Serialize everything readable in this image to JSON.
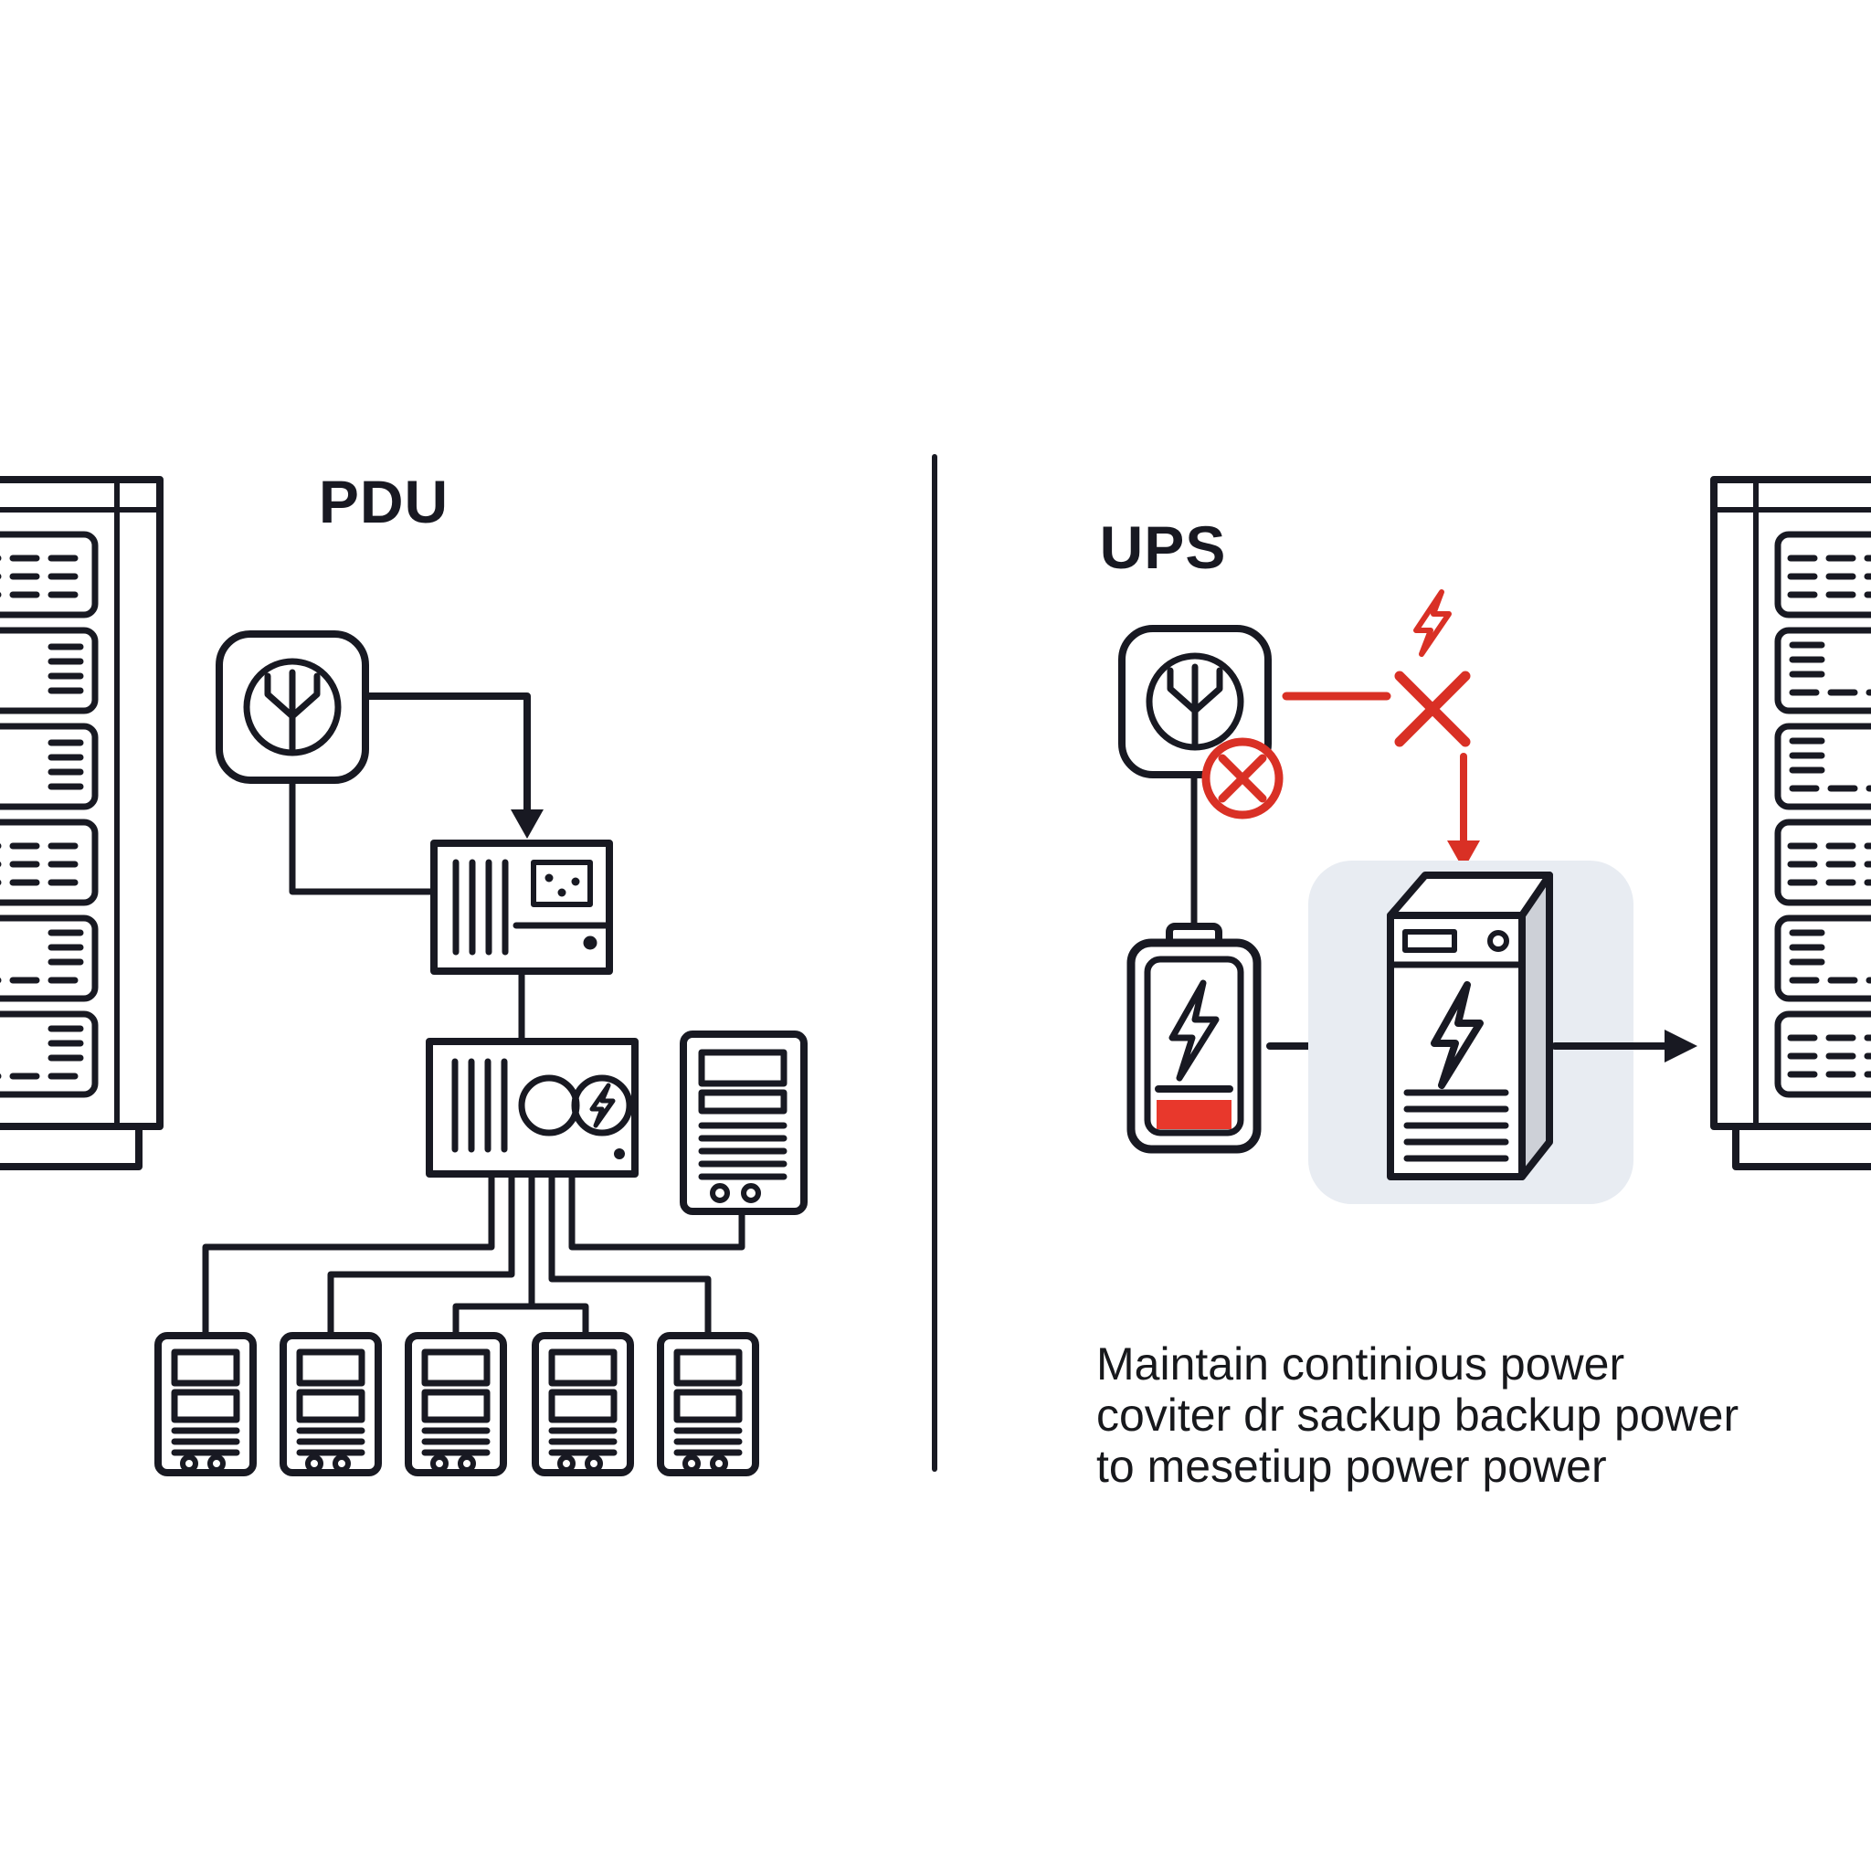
{
  "colors": {
    "ink": "#181922",
    "red": "#d93025",
    "red-fill": "#e8382c",
    "panel": "#e8ecf2",
    "side-face": "#cdd0d7"
  },
  "left_panel": {
    "title": "PDU",
    "icons": [
      "server-rack",
      "power-source-icon",
      "flow-arrow-icon",
      "pdu-main-unit",
      "power-outlet-icon",
      "pdu-distribution-strip",
      "power-indicator-icon",
      "lightning-port-icon",
      "tower-server",
      "rack-server"
    ]
  },
  "right_panel": {
    "title": "UPS",
    "caption_lines": [
      "Maintain continious power",
      "coviter dr sackup backup power",
      "to mesetiup power power"
    ],
    "icons": [
      "power-source-icon",
      "power-cut-badge-icon",
      "power-surge-lightning-icon",
      "disconnect-x-icon",
      "power-loss-arrow-icon",
      "low-battery-icon",
      "battery-lightning-icon",
      "ups-unit",
      "ups-lightning-icon",
      "flow-arrow-icon",
      "server-rack"
    ]
  }
}
